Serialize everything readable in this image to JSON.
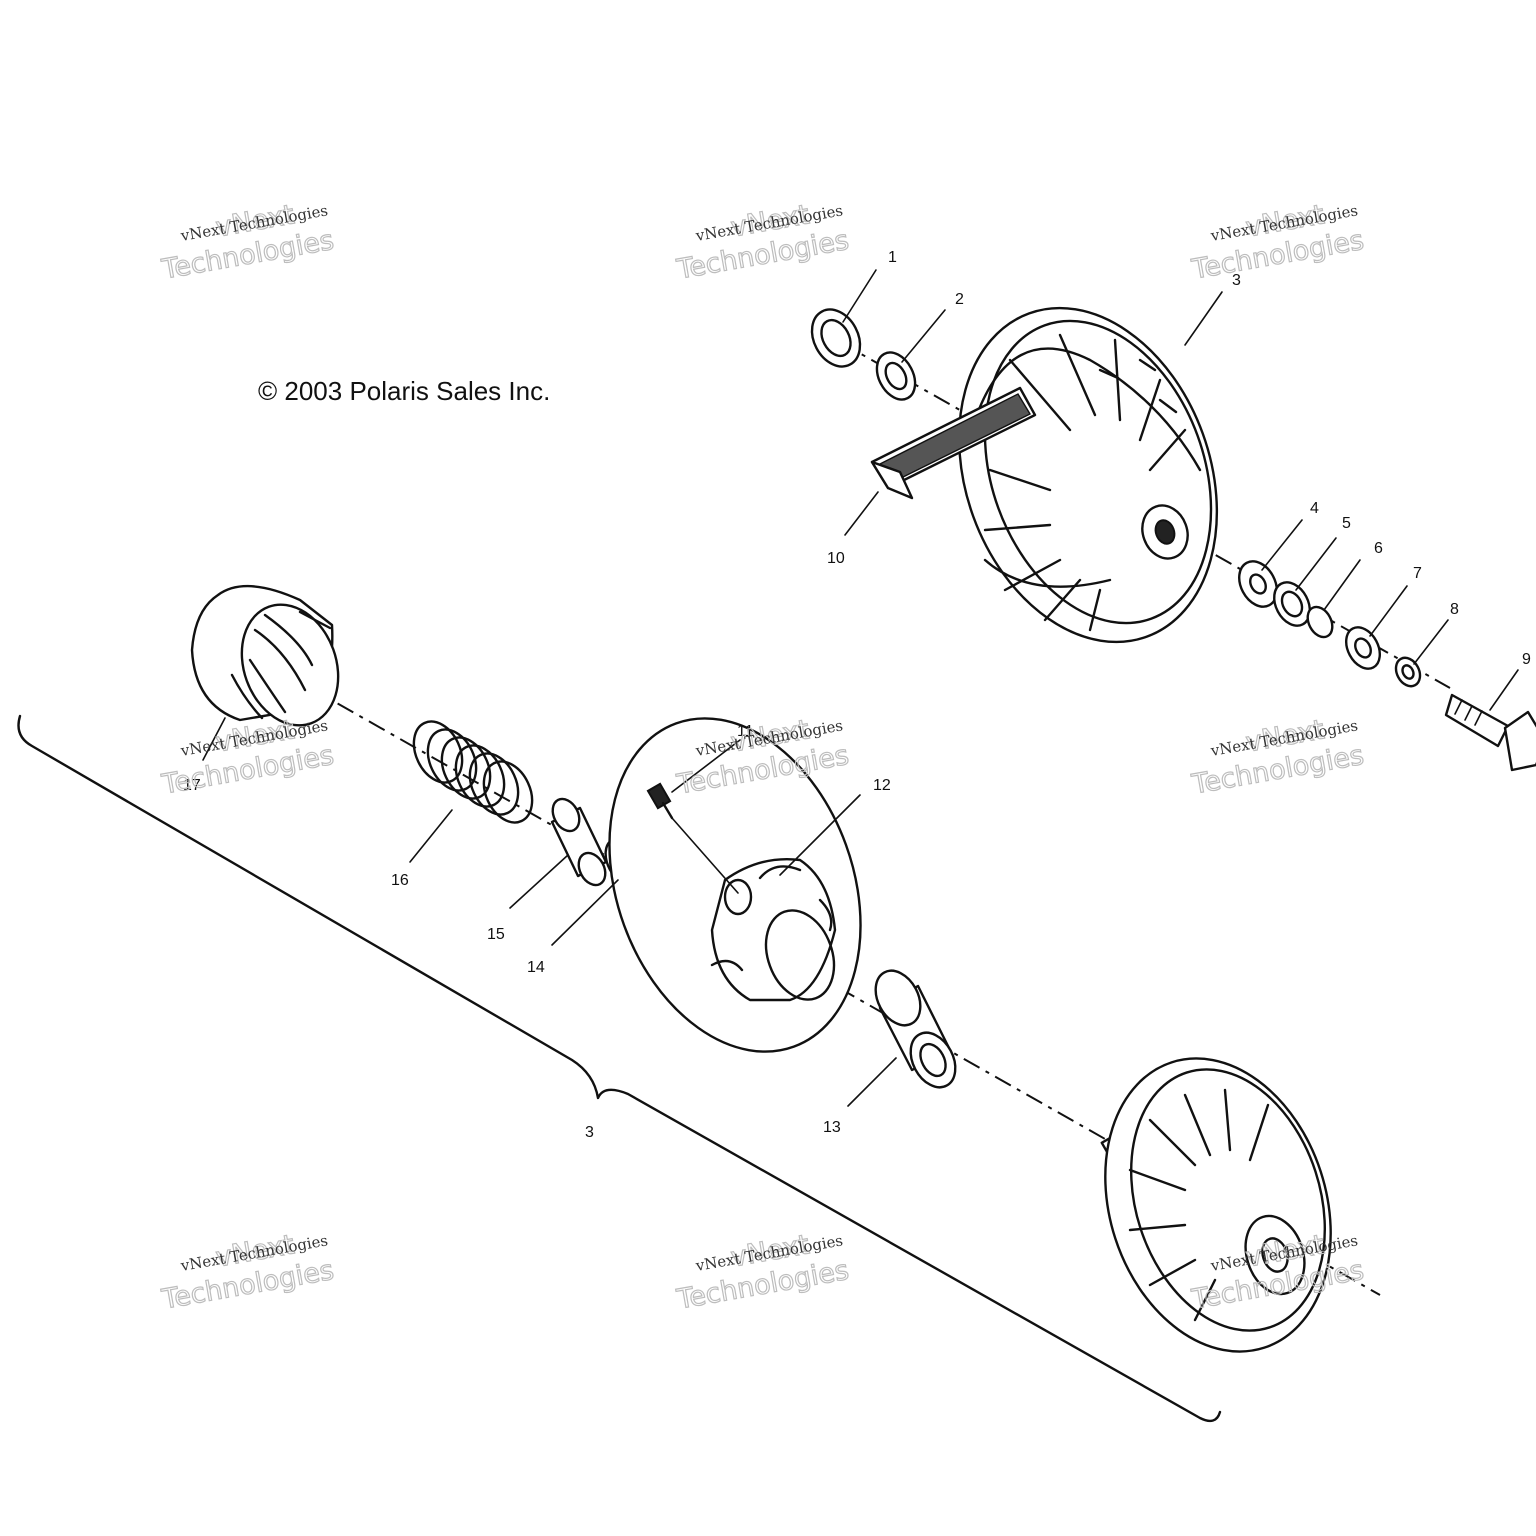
{
  "copyright": "© 2003 Polaris Sales Inc.",
  "watermark": {
    "line1": "vNext Technologies",
    "line2": "vNext",
    "line3": "Technologies"
  },
  "callouts": [
    "1",
    "2",
    "3",
    "4",
    "5",
    "6",
    "7",
    "8",
    "9",
    "10",
    "11",
    "12",
    "13",
    "14",
    "15",
    "16",
    "17"
  ],
  "assembly_label": "3"
}
